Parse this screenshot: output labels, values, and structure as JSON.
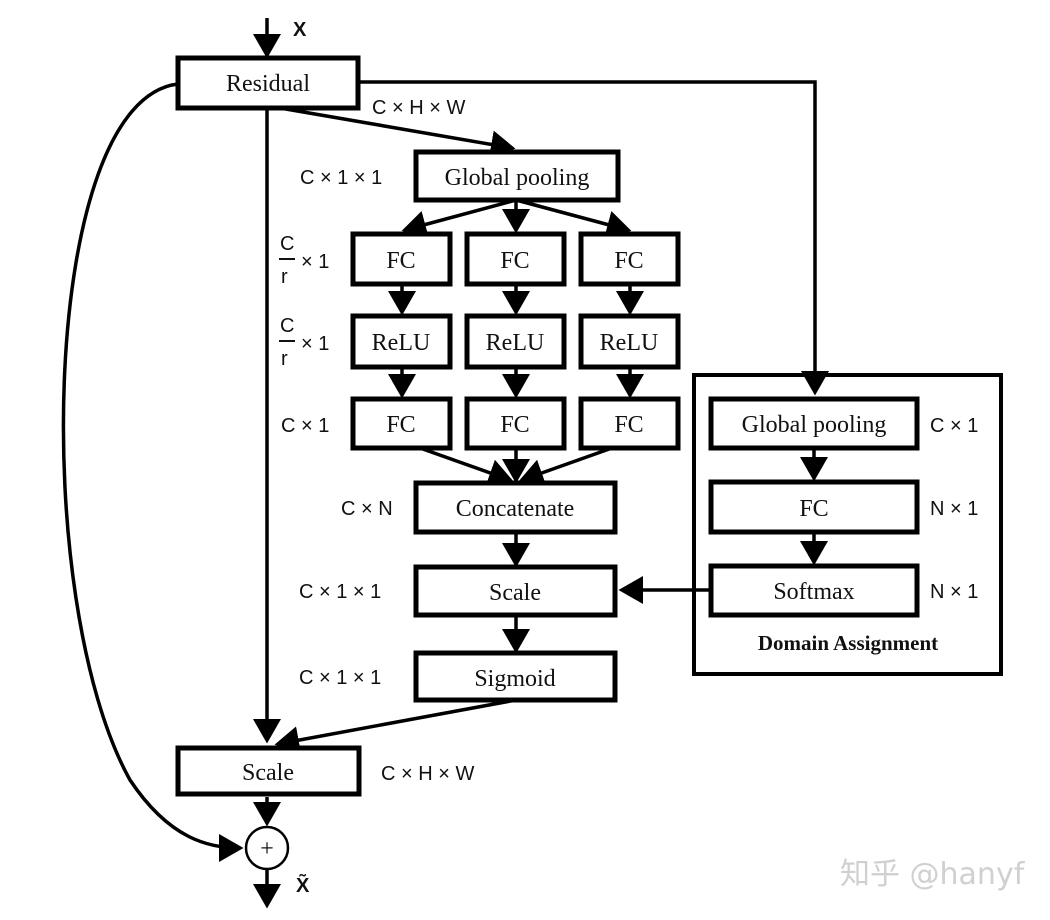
{
  "input_label": "X",
  "output_label": "X̃",
  "nodes": {
    "residual": "Residual",
    "global_pooling": "Global pooling",
    "fc1": [
      "FC",
      "FC",
      "FC"
    ],
    "relu": [
      "ReLU",
      "ReLU",
      "ReLU"
    ],
    "fc2": [
      "FC",
      "FC",
      "FC"
    ],
    "concatenate": "Concatenate",
    "scale_mid": "Scale",
    "sigmoid": "Sigmoid",
    "scale_out": "Scale",
    "add": "+"
  },
  "dims": {
    "residual_out": "C × H × W",
    "global_pooling": "C × 1 × 1",
    "fc1_num": "C",
    "fc1_den": "r",
    "fc1_suffix": "× 1",
    "relu_num": "C",
    "relu_den": "r",
    "relu_suffix": "× 1",
    "fc2": "C × 1",
    "concatenate": "C × N",
    "scale_mid": "C × 1 × 1",
    "sigmoid": "C × 1 × 1",
    "scale_out": "C × H × W"
  },
  "domain_assignment": {
    "title": "Domain Assignment",
    "global_pooling": "Global pooling",
    "global_pooling_dim": "C × 1",
    "fc": "FC",
    "fc_dim": "N × 1",
    "softmax": "Softmax",
    "softmax_dim": "N × 1"
  },
  "watermark": "知乎 @hanyf"
}
